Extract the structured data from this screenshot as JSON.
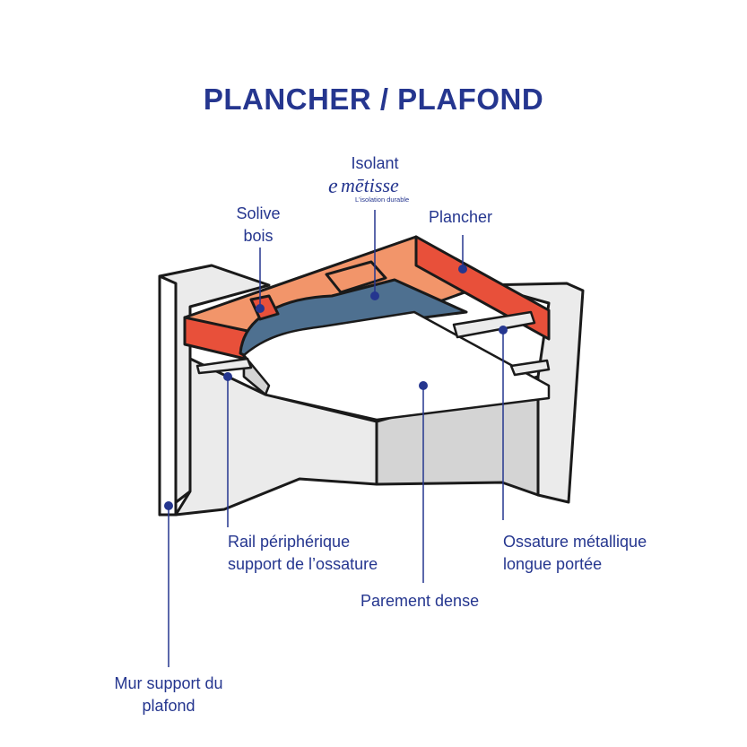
{
  "title": "PLANCHER / PLAFOND",
  "logo": {
    "brand": "mētisse",
    "mark": "e",
    "tagline": "L'isolation durable"
  },
  "labels": {
    "isolant": "Isolant",
    "solive": [
      "Solive",
      "bois"
    ],
    "plancher": "Plancher",
    "rail": [
      "Rail périphérique",
      "support de l’ossature"
    ],
    "ossature": [
      "Ossature métallique",
      "longue portée"
    ],
    "parement": "Parement dense",
    "mur": [
      "Mur support du",
      "plafond"
    ]
  },
  "colors": {
    "text": "#25368f",
    "joist_light": "#f2956a",
    "joist_dark": "#e8503a",
    "insulation": "#4e7090",
    "wall": "#ebebeb",
    "wall_shadow": "#d4d4d4",
    "outline": "#1a1a1a"
  }
}
